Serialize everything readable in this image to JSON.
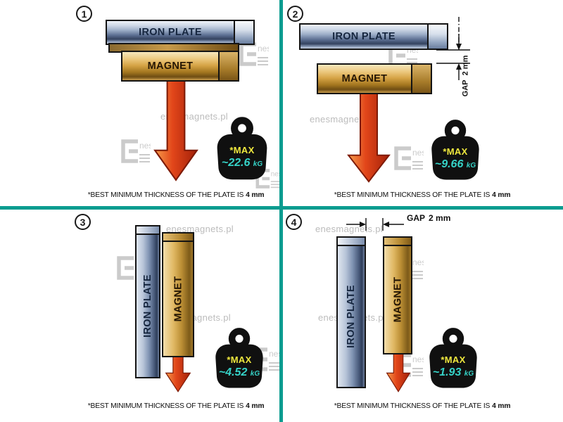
{
  "colors": {
    "divider_teal": "#0a9c90",
    "arrow_red": "#e2461a",
    "magnet_gold": "#c79a4a",
    "plate_steel": "#8ea1bd",
    "max_label_yellow": "#f0e93e",
    "value_cyan": "#36d3c8",
    "weight_black": "#101010"
  },
  "labels": {
    "iron_plate": "IRON PLATE",
    "magnet": "MAGNET",
    "max": "*MAX",
    "unit": "kG",
    "gap_word": "GAP",
    "gap_value": "2 mm"
  },
  "caption": {
    "prefix": "*BEST MINIMUM THICKNESS OF THE PLATE IS",
    "bold": "4 mm"
  },
  "watermark": {
    "site": "enesmagnets.pl",
    "brand_suffix": "nes"
  },
  "panels": [
    {
      "number": "1",
      "value": "~22.6"
    },
    {
      "number": "2",
      "value": "~9.66"
    },
    {
      "number": "3",
      "value": "~4.52"
    },
    {
      "number": "4",
      "value": "~1.93"
    }
  ]
}
